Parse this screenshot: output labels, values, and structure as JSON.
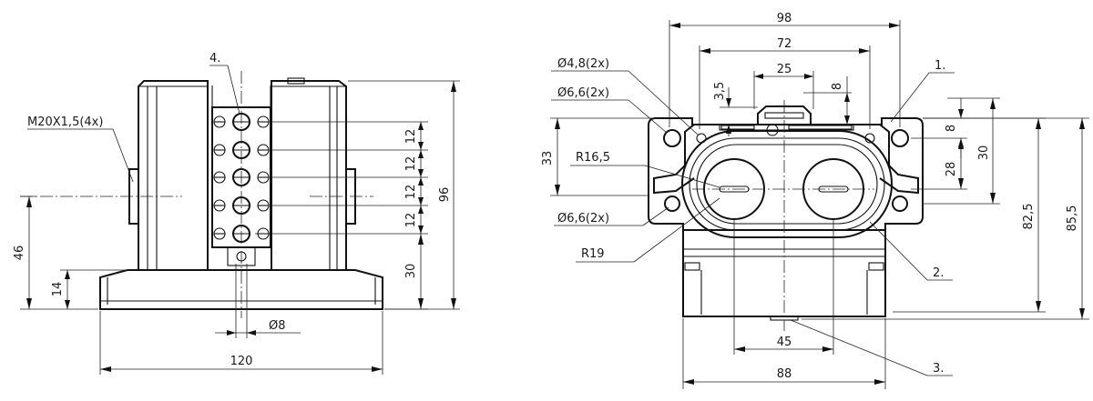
{
  "drawing": {
    "side_view": {
      "dimensions": {
        "width_total": "120",
        "height_total": "96",
        "height_gland": "46",
        "height_base": "14",
        "height_terminal": "30",
        "pitch": [
          "12",
          "12",
          "12",
          "12"
        ],
        "bore": "Ø8"
      },
      "labels": {
        "thread": "M20X1,5(4x)",
        "item_4": "4."
      }
    },
    "front_view": {
      "dimensions": {
        "width_outer": "98",
        "width_holes": "72",
        "width_center": "25",
        "dim_3_5": "3,5",
        "dim_8_top": "8",
        "dim_8_right": "8",
        "dim_33": "33",
        "dim_28": "28",
        "dim_30": "30",
        "height_82_5": "82,5",
        "height_85_5": "85,5",
        "width_45": "45",
        "width_88": "88"
      },
      "labels": {
        "hole_48": "Ø4,8(2x)",
        "hole_66_top": "Ø6,6(2x)",
        "hole_66_bottom": "Ø6,6(2x)",
        "radius_16_5": "R16,5",
        "radius_19": "R19",
        "item_1": "1.",
        "item_2": "2.",
        "item_3": "3."
      }
    }
  }
}
